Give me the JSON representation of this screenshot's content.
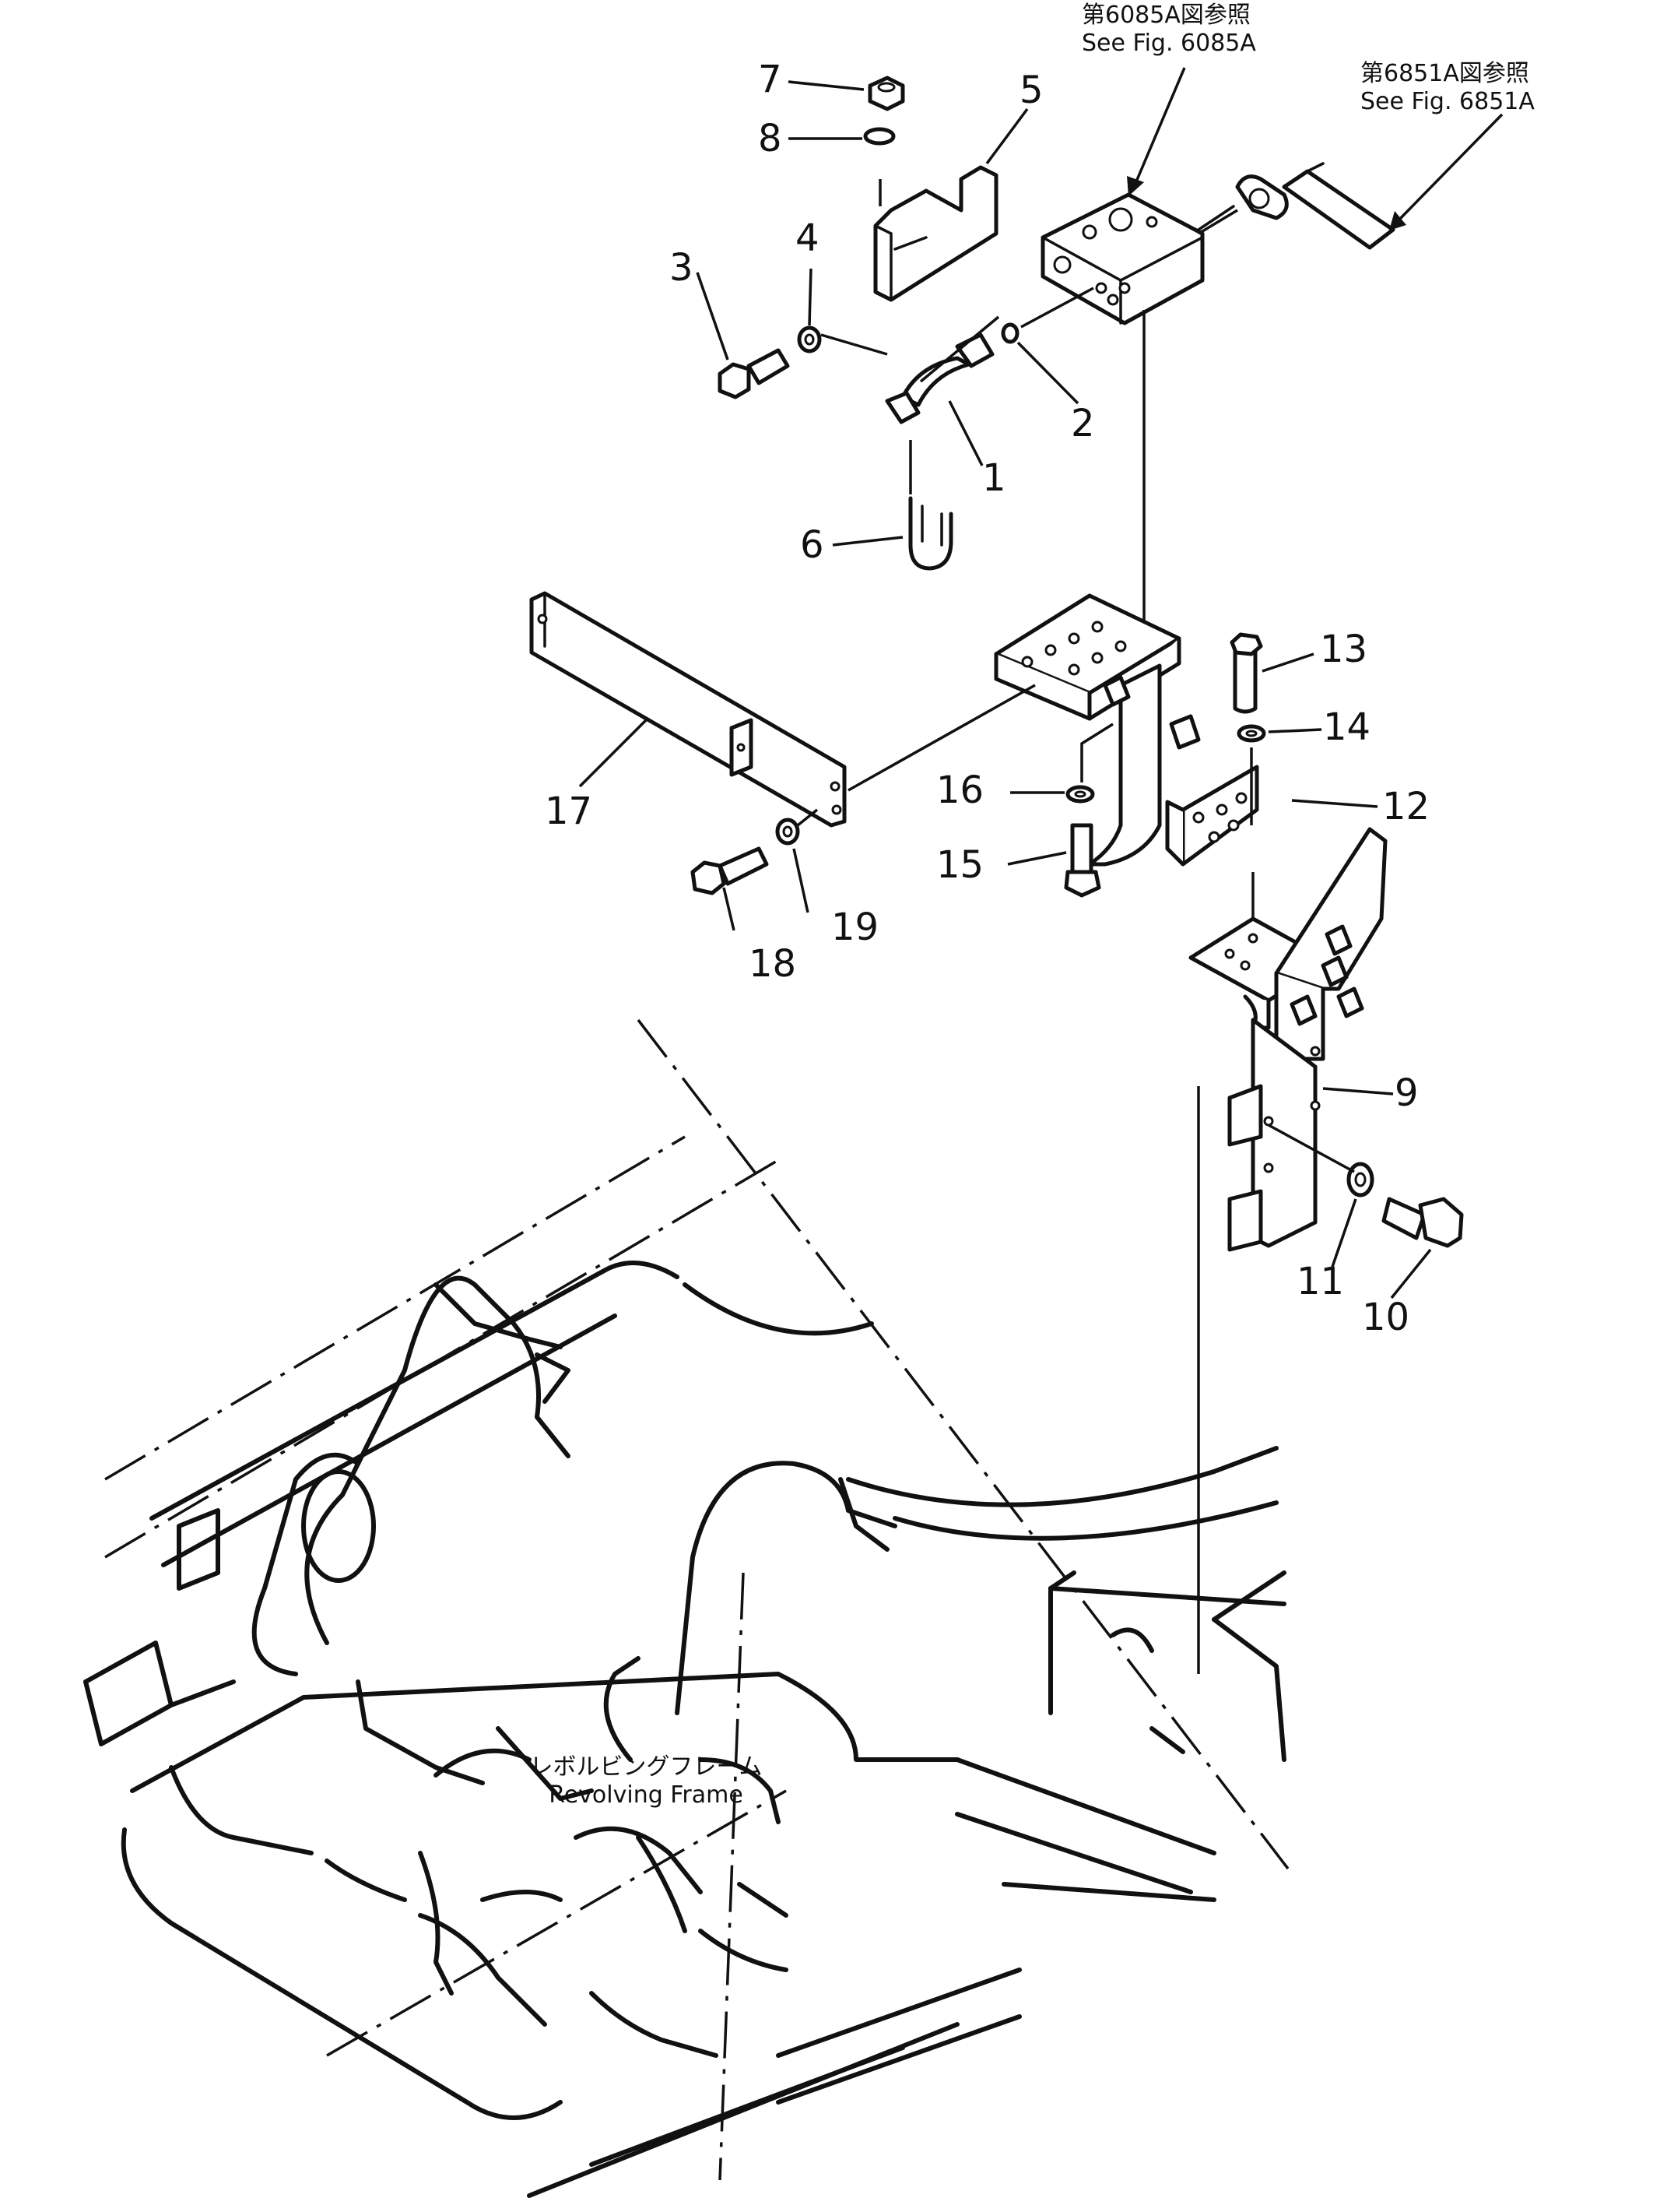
{
  "references": [
    {
      "id": "ref-6085a",
      "jp": "第6085A図参照",
      "en": "See Fig. 6085A"
    },
    {
      "id": "ref-6851a",
      "jp": "第6851A図参照",
      "en": "See Fig. 6851A"
    }
  ],
  "frame_label": {
    "jp": "レボルビングフレーム",
    "en": "Revolving Frame"
  },
  "callouts": [
    "1",
    "2",
    "3",
    "4",
    "5",
    "6",
    "7",
    "8",
    "9",
    "10",
    "11",
    "12",
    "13",
    "14",
    "15",
    "16",
    "17",
    "18",
    "19"
  ]
}
